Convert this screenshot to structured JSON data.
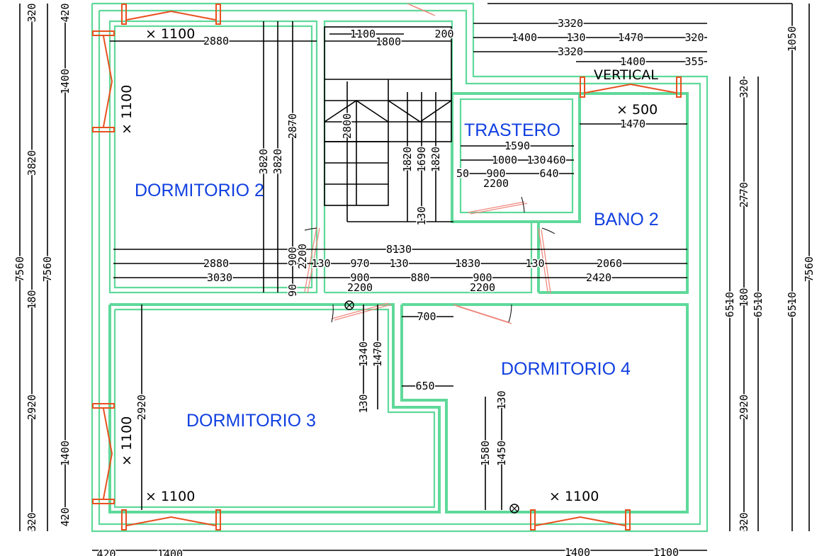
{
  "rooms": {
    "dormitorio2": "DORMITORIO 2",
    "dormitorio3": "DORMITORIO 3",
    "dormitorio4": "DORMITORIO 4",
    "trastero": "TRASTERO",
    "bano2": "BANO 2"
  },
  "annotations": {
    "vertical": "VERTICAL",
    "window_top_left": "× 1100",
    "window_left_upper": "× 1100",
    "window_bano": "× 500",
    "window_left_lower": "× 1100",
    "window_bottom_left": "× 1100",
    "window_bottom_right": "× 1100"
  },
  "dims": [
    "3320",
    "1400",
    "130",
    "1470",
    "320",
    "3320",
    "1400",
    "355",
    "1100",
    "1800",
    "200",
    "2880",
    "1470",
    "320",
    "420",
    "1400",
    "3820",
    "7560",
    "7560",
    "180",
    "2920",
    "1400",
    "420",
    "320",
    "3820",
    "3820",
    "2870",
    "900",
    "2200",
    "90",
    "2800",
    "1820",
    "1690",
    "1820",
    "130",
    "1590",
    "1000",
    "130",
    "460",
    "50",
    "900",
    "2200",
    "640",
    "8130",
    "2880",
    "130",
    "970",
    "130",
    "1830",
    "130",
    "2060",
    "3030",
    "900",
    "2200",
    "880",
    "900",
    "2200",
    "2420",
    "320",
    "2770",
    "6510",
    "180",
    "6510",
    "1050",
    "6510",
    "7560",
    "2920",
    "320",
    "1340",
    "1470",
    "130",
    "700",
    "650",
    "2920",
    "1580",
    "1450",
    "130",
    "420",
    "1400",
    "1400",
    "1100"
  ],
  "colors": {
    "wall": "#5fd99a",
    "window": "#e8501e",
    "door": "#f08a80",
    "room_label": "#1140e0"
  }
}
